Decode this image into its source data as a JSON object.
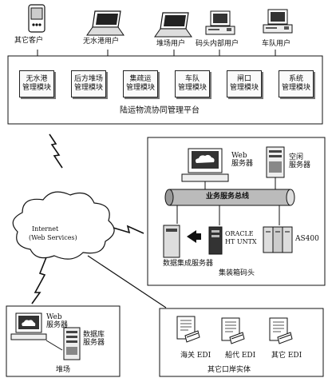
{
  "top_clients": [
    {
      "label": "其它客户",
      "icon": "pda-icon"
    },
    {
      "label": "无水港用户",
      "icon": "laptop-icon"
    },
    {
      "label": "堆场用户",
      "icon": "laptop-icon"
    },
    {
      "label": "码头内部用户",
      "icon": "desktop-computer-icon"
    },
    {
      "label": "车队用户",
      "icon": "desktop-computer-icon"
    }
  ],
  "platform": {
    "title": "陆运物流协同管理平台",
    "modules": [
      {
        "line1": "无水港",
        "line2": "管理模块"
      },
      {
        "line1": "后方堆场",
        "line2": "管理模块"
      },
      {
        "line1": "集疏运",
        "line2": "管理模块"
      },
      {
        "line1": "车队",
        "line2": "管理模块"
      },
      {
        "line1": "闸口",
        "line2": "管理模块"
      },
      {
        "line1": "系统",
        "line2": "管理模块"
      }
    ]
  },
  "terminal": {
    "title": "集装箱码头",
    "web_server": "Web\n服务器",
    "idle_server": "空闲\n服务器",
    "bus": "业务服务总线",
    "integration_server": "数据集成服务器",
    "oracle": "ORACLE\nHT UNTX",
    "as400": "AS400"
  },
  "internet": {
    "line1": "Internet",
    "line2": "(Web Services)"
  },
  "yard": {
    "title": "堆场",
    "web_server": "Web\n服务器",
    "db_server": "数据库\n服务器"
  },
  "ports": {
    "title": "其它口岸实体",
    "items": [
      "海关 EDI",
      "船代 EDI",
      "其它 EDI"
    ]
  }
}
